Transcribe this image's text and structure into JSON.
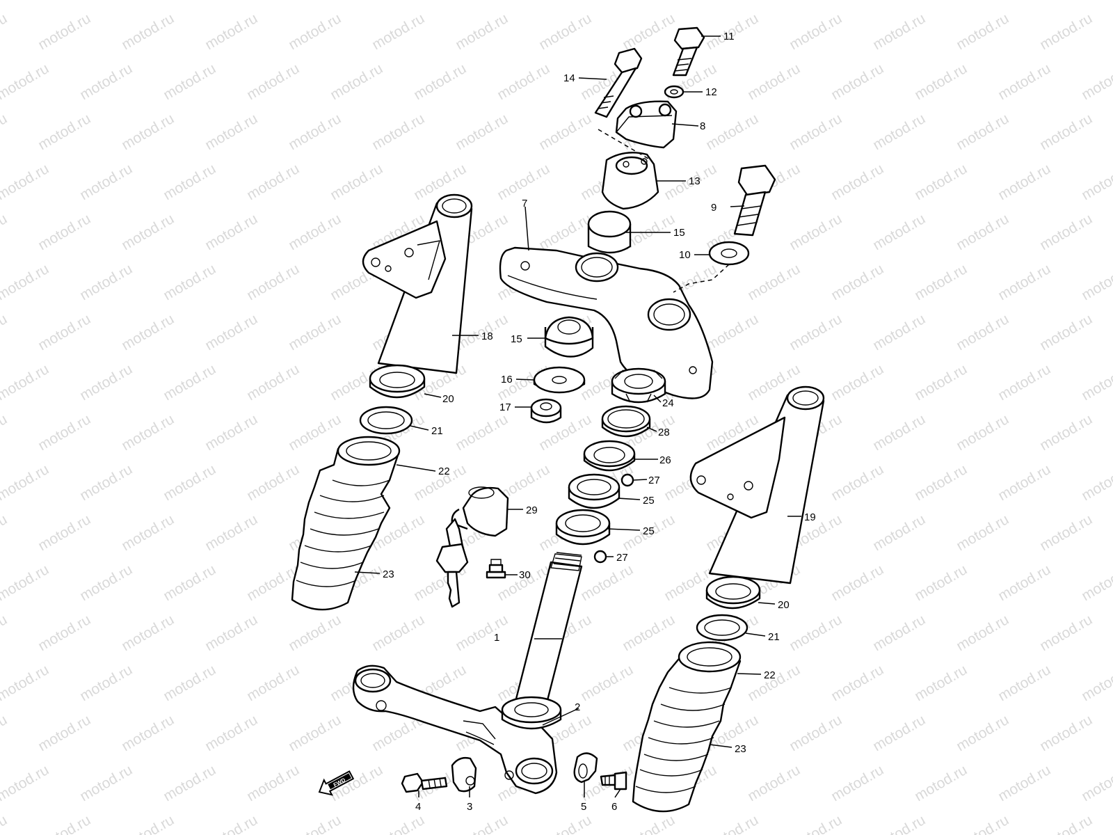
{
  "watermark": {
    "text": "motod.ru"
  },
  "direction_marker": {
    "label": "FWD",
    "icon": "forward-arrow-icon"
  },
  "parts": [
    {
      "number": "1"
    },
    {
      "number": "2"
    },
    {
      "number": "3"
    },
    {
      "number": "4"
    },
    {
      "number": "5"
    },
    {
      "number": "6"
    },
    {
      "number": "7"
    },
    {
      "number": "8"
    },
    {
      "number": "9"
    },
    {
      "number": "10"
    },
    {
      "number": "11"
    },
    {
      "number": "12"
    },
    {
      "number": "13"
    },
    {
      "number": "14"
    },
    {
      "number": "15"
    },
    {
      "number": "15"
    },
    {
      "number": "16"
    },
    {
      "number": "17"
    },
    {
      "number": "18"
    },
    {
      "number": "19"
    },
    {
      "number": "20"
    },
    {
      "number": "20"
    },
    {
      "number": "21"
    },
    {
      "number": "21"
    },
    {
      "number": "22"
    },
    {
      "number": "22"
    },
    {
      "number": "23"
    },
    {
      "number": "23"
    },
    {
      "number": "24"
    },
    {
      "number": "25"
    },
    {
      "number": "25"
    },
    {
      "number": "26"
    },
    {
      "number": "27"
    },
    {
      "number": "27"
    },
    {
      "number": "28"
    },
    {
      "number": "29"
    },
    {
      "number": "30"
    }
  ]
}
